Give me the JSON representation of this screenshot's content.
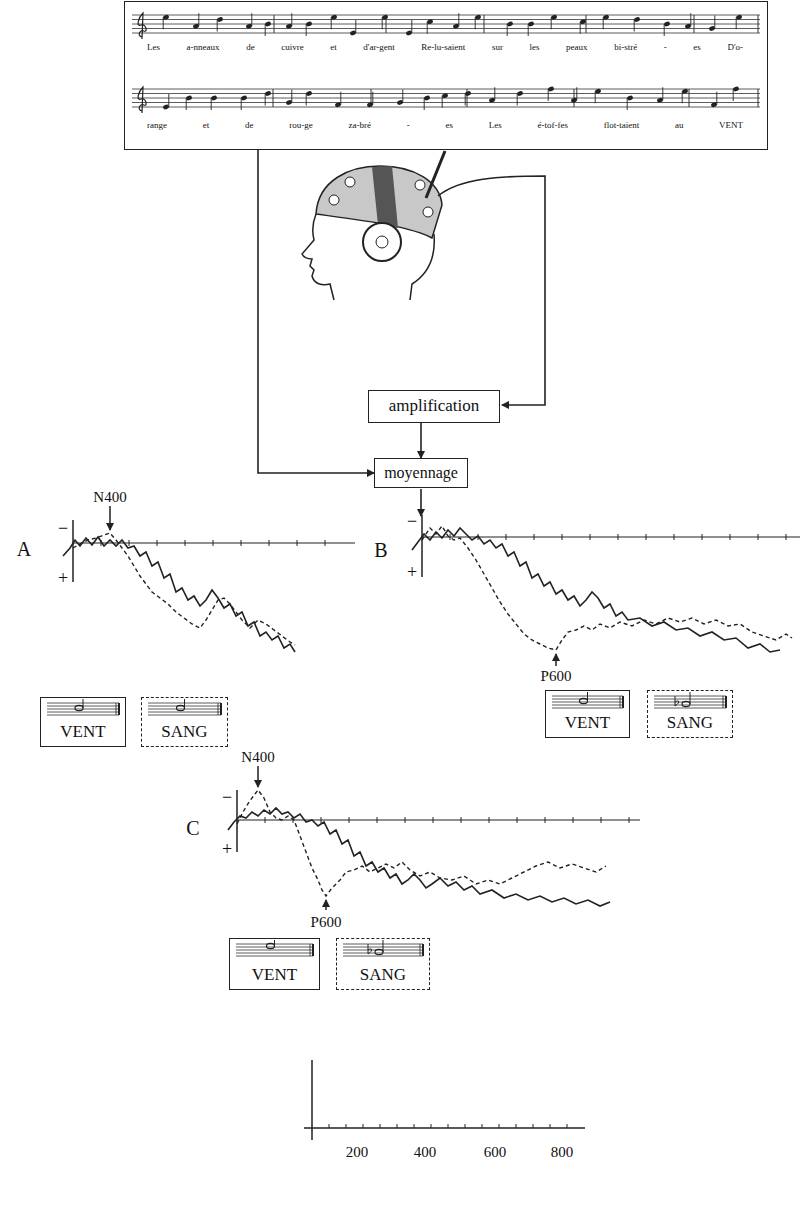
{
  "diagram": {
    "nodes": [
      {
        "text": [
          "Les a-nneaux de cuivre et d'ar-gent Re-lu-saient sur les peaux bi-stré - es D'o-",
          "range et de rou-ge za-bré - es Les é-tof-fes flot-taient au VENT"
        ]
      },
      {
        "text": [
          "amplification"
        ]
      },
      {
        "text": [
          "moyennage"
        ]
      },
      {
        "text": [
          "VENT"
        ]
      },
      {
        "text": [
          "SANG"
        ]
      },
      {
        "text": [
          "VENT"
        ]
      },
      {
        "text": [
          "SANG"
        ]
      },
      {
        "text": [
          "VENT"
        ]
      },
      {
        "text": [
          "SANG"
        ]
      }
    ],
    "edges": [
      {
        "from": 0,
        "to": 2,
        "arrow": "to"
      },
      {
        "from": 1,
        "to": 2,
        "arrow": "to"
      }
    ],
    "labels": [
      "N400",
      "A",
      "−",
      "+",
      "B",
      "−",
      "+",
      "P600",
      "N400",
      "C",
      "−",
      "+",
      "P600",
      "200",
      "400",
      "600",
      "800"
    ]
  }
}
